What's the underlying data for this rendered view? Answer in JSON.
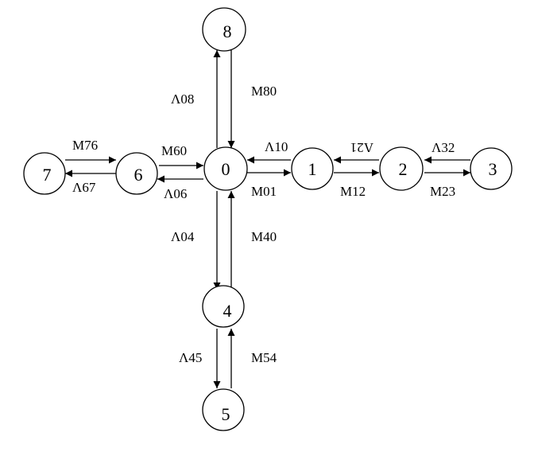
{
  "diagram": {
    "nodes": [
      "0",
      "1",
      "2",
      "3",
      "4",
      "5",
      "6",
      "7",
      "8"
    ],
    "edges": [
      {
        "from": "0",
        "to": "8",
        "label": "Λ08"
      },
      {
        "from": "8",
        "to": "0",
        "label": "M80"
      },
      {
        "from": "1",
        "to": "0",
        "label": "Λ10"
      },
      {
        "from": "0",
        "to": "1",
        "label": "M01"
      },
      {
        "from": "2",
        "to": "1",
        "label": "Λ21"
      },
      {
        "from": "1",
        "to": "2",
        "label": "M12"
      },
      {
        "from": "3",
        "to": "2",
        "label": "Λ32"
      },
      {
        "from": "2",
        "to": "3",
        "label": "M23"
      },
      {
        "from": "0",
        "to": "6",
        "label": "Λ06"
      },
      {
        "from": "6",
        "to": "0",
        "label": "M60"
      },
      {
        "from": "6",
        "to": "7",
        "label": "Λ67"
      },
      {
        "from": "7",
        "to": "6",
        "label": "M76"
      },
      {
        "from": "0",
        "to": "4",
        "label": "Λ04"
      },
      {
        "from": "4",
        "to": "0",
        "label": "M40"
      },
      {
        "from": "4",
        "to": "5",
        "label": "Λ45"
      },
      {
        "from": "5",
        "to": "4",
        "label": "M54"
      }
    ]
  }
}
